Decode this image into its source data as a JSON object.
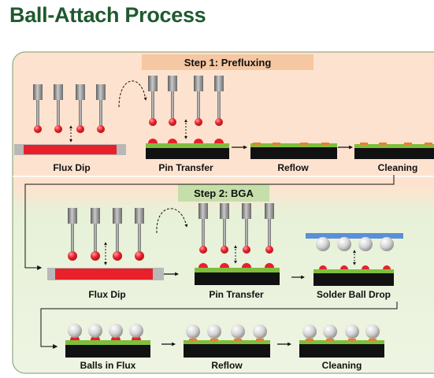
{
  "title": "Ball-Attach Process",
  "step1": {
    "label": "Step 1: Prefluxing",
    "stages": [
      "Flux Dip",
      "Pin Transfer",
      "Reflow",
      "Cleaning"
    ]
  },
  "step2": {
    "label": "Step 2: BGA",
    "stages_row1": [
      "Flux Dip",
      "Pin Transfer",
      "Solder Ball Drop"
    ],
    "stages_row2": [
      "Balls in Flux",
      "Reflow",
      "Cleaning"
    ]
  },
  "colors": {
    "title": "#1f5a2e",
    "step1_background": "#fde3cf",
    "step2_background": "#e7f1d8",
    "flux": "#e8202a",
    "board": "#7fbe3c",
    "substrate": "#111111",
    "pad": "#e8802a",
    "pins": "#8a8a8a",
    "carrier": "#5b8fd6"
  }
}
